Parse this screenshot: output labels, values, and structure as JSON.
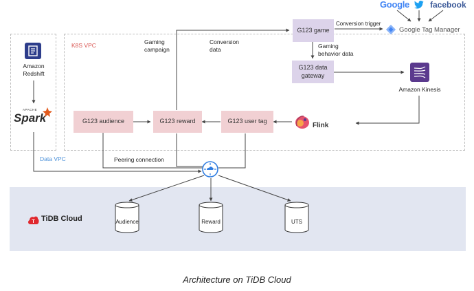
{
  "zones": {
    "k8s_vpc": "K8S VPC",
    "data_vpc": "Data VPC"
  },
  "nodes": {
    "redshift": "Amazon\nRedshift",
    "spark": "Spark",
    "spark_apache": "APACHE",
    "g123_game": "G123 game",
    "g123_data_gateway": "G123 data\ngateway",
    "g123_audience": "G123 audience",
    "g123_reward": "G123 reward",
    "g123_user_tag": "G123 user tag",
    "amazon_kinesis": "Amazon Kinesis",
    "flink": "Flink",
    "google_tag_manager": "Google Tag Manager",
    "google": "Google",
    "facebook": "facebook",
    "tidb_cloud": "TiDB Cloud",
    "db_audience": "Audience",
    "db_reward": "Reward",
    "db_uts": "UTS"
  },
  "edge_labels": {
    "gaming_campaign": "Gaming\ncampaign",
    "conversion_data": "Conversion\ndata",
    "conversion_trigger": "Conversion trigger",
    "gaming_behavior_data": "Gaming\nbehavior data",
    "peering_connection": "Peering connection"
  },
  "caption": "Architecture on TiDB Cloud",
  "colors": {
    "service_box": "#f1d0d3",
    "gateway_box": "#dcd3ea",
    "tidb_band": "#e2e6f1",
    "k8s_label": "#d9534f",
    "data_vpc_label": "#4a90d9",
    "tidb_red": "#e0282e",
    "kinesis_purple": "#5b3a8e",
    "router_blue": "#2f7de1"
  }
}
